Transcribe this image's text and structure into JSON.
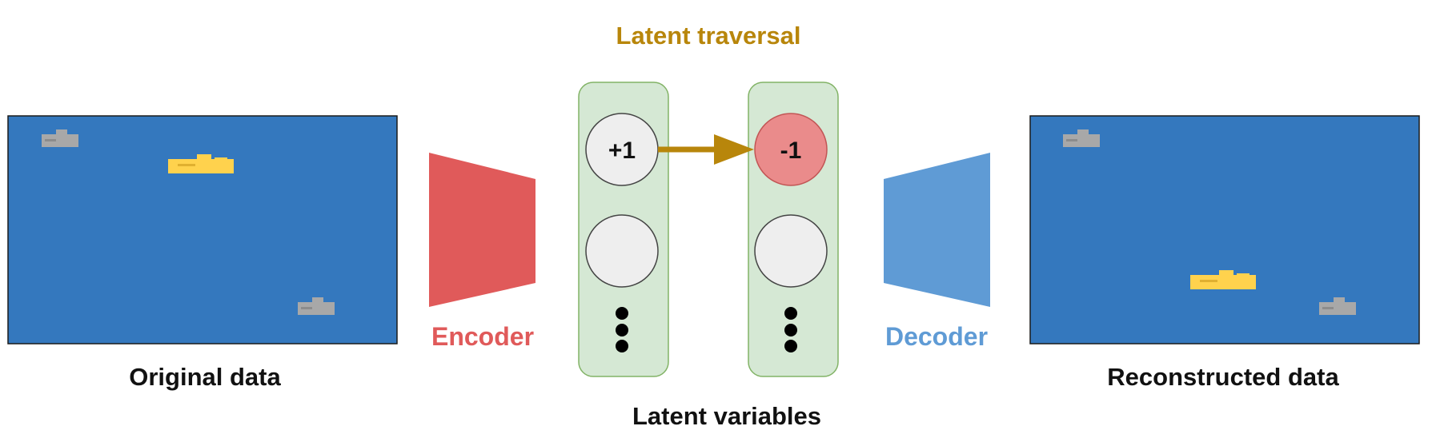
{
  "title": "Latent traversal",
  "original_label": "Original data",
  "reconstructed_label": "Reconstructed data",
  "encoder_label": "Encoder",
  "decoder_label": "Decoder",
  "latent_label": "Latent variables",
  "latent_left_value": "+1",
  "latent_right_value": "-1",
  "colors": {
    "title": "#b8860b",
    "encoder": "#e05a5a",
    "decoder": "#5f9bd5",
    "frame_bg": "#3478be",
    "latent_panel": "#d5e8d4",
    "latent_panel_border": "#82b366",
    "node_fill": "#eeeeee",
    "node_active": "#ea8b8b",
    "arrow": "#b8860b",
    "player_sub": "#ffd24d",
    "enemy_sub": "#a8a8a8"
  }
}
